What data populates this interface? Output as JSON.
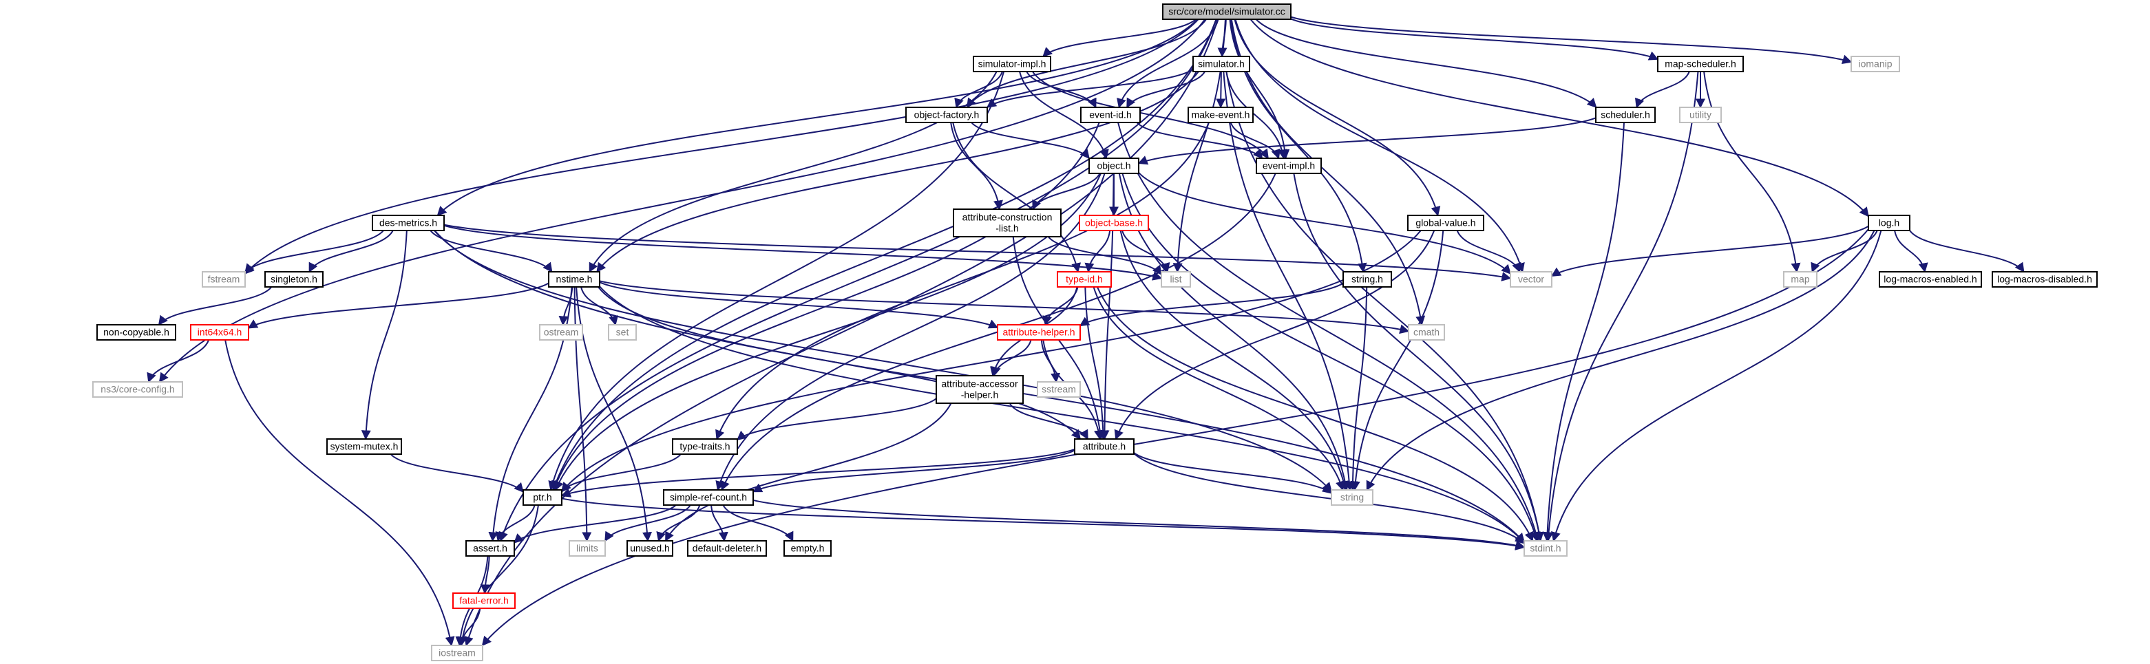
{
  "colors": {
    "edge": "#191970",
    "normal_border": "#000000",
    "normal_fill": "#ffffff",
    "normal_text": "#000000",
    "root_fill": "#bfbfbf",
    "root_border": "#000000",
    "red_border": "#ff0000",
    "red_text": "#ff0000",
    "gray_border": "#bfbfbf",
    "gray_text": "#808080"
  },
  "nodes": [
    {
      "id": "simulator_cc",
      "lines": [
        "src/core/model/simulator.cc"
      ],
      "style": "root"
    },
    {
      "id": "simulator_impl_h",
      "lines": [
        "simulator-impl.h"
      ],
      "style": "normal"
    },
    {
      "id": "simulator_h",
      "lines": [
        "simulator.h"
      ],
      "style": "normal"
    },
    {
      "id": "map_scheduler_h",
      "lines": [
        "map-scheduler.h"
      ],
      "style": "normal"
    },
    {
      "id": "iomanip",
      "lines": [
        "iomanip"
      ],
      "style": "gray"
    },
    {
      "id": "object_factory_h",
      "lines": [
        "object-factory.h"
      ],
      "style": "normal"
    },
    {
      "id": "event_id_h",
      "lines": [
        "event-id.h"
      ],
      "style": "normal"
    },
    {
      "id": "make_event_h",
      "lines": [
        "make-event.h"
      ],
      "style": "normal"
    },
    {
      "id": "scheduler_h",
      "lines": [
        "scheduler.h"
      ],
      "style": "normal"
    },
    {
      "id": "utility",
      "lines": [
        "utility"
      ],
      "style": "gray"
    },
    {
      "id": "object_h",
      "lines": [
        "object.h"
      ],
      "style": "normal"
    },
    {
      "id": "event_impl_h",
      "lines": [
        "event-impl.h"
      ],
      "style": "normal"
    },
    {
      "id": "des_metrics_h",
      "lines": [
        "des-metrics.h"
      ],
      "style": "normal"
    },
    {
      "id": "attr_constr_list_h",
      "lines": [
        "attribute-construction",
        "-list.h"
      ],
      "style": "normal"
    },
    {
      "id": "object_base_h",
      "lines": [
        "object-base.h"
      ],
      "style": "red"
    },
    {
      "id": "global_value_h",
      "lines": [
        "global-value.h"
      ],
      "style": "normal"
    },
    {
      "id": "log_h",
      "lines": [
        "log.h"
      ],
      "style": "normal"
    },
    {
      "id": "fstream",
      "lines": [
        "fstream"
      ],
      "style": "gray"
    },
    {
      "id": "singleton_h",
      "lines": [
        "singleton.h"
      ],
      "style": "normal"
    },
    {
      "id": "nstime_h",
      "lines": [
        "nstime.h"
      ],
      "style": "normal"
    },
    {
      "id": "list",
      "lines": [
        "list"
      ],
      "style": "gray"
    },
    {
      "id": "type_id_h",
      "lines": [
        "type-id.h"
      ],
      "style": "red"
    },
    {
      "id": "string_h",
      "lines": [
        "string.h"
      ],
      "style": "normal"
    },
    {
      "id": "vector",
      "lines": [
        "vector"
      ],
      "style": "gray"
    },
    {
      "id": "map",
      "lines": [
        "map"
      ],
      "style": "gray"
    },
    {
      "id": "log_macros_enabled_h",
      "lines": [
        "log-macros-enabled.h"
      ],
      "style": "normal"
    },
    {
      "id": "log_macros_disabled_h",
      "lines": [
        "log-macros-disabled.h"
      ],
      "style": "normal"
    },
    {
      "id": "non_copyable_h",
      "lines": [
        "non-copyable.h"
      ],
      "style": "normal"
    },
    {
      "id": "int64x64_h",
      "lines": [
        "int64x64.h"
      ],
      "style": "red"
    },
    {
      "id": "ostream",
      "lines": [
        "ostream"
      ],
      "style": "gray"
    },
    {
      "id": "set",
      "lines": [
        "set"
      ],
      "style": "gray"
    },
    {
      "id": "attribute_helper_h",
      "lines": [
        "attribute-helper.h"
      ],
      "style": "red"
    },
    {
      "id": "cmath",
      "lines": [
        "cmath"
      ],
      "style": "gray"
    },
    {
      "id": "ns3_core_config_h",
      "lines": [
        "ns3/core-config.h"
      ],
      "style": "gray"
    },
    {
      "id": "sstream",
      "lines": [
        "sstream"
      ],
      "style": "gray"
    },
    {
      "id": "attr_accessor_helper_h",
      "lines": [
        "attribute-accessor",
        "-helper.h"
      ],
      "style": "normal"
    },
    {
      "id": "system_mutex_h",
      "lines": [
        "system-mutex.h"
      ],
      "style": "normal"
    },
    {
      "id": "type_traits_h",
      "lines": [
        "type-traits.h"
      ],
      "style": "normal"
    },
    {
      "id": "attribute_h",
      "lines": [
        "attribute.h"
      ],
      "style": "normal"
    },
    {
      "id": "ptr_h",
      "lines": [
        "ptr.h"
      ],
      "style": "normal"
    },
    {
      "id": "string",
      "lines": [
        "string"
      ],
      "style": "gray"
    },
    {
      "id": "simple_ref_count_h",
      "lines": [
        "simple-ref-count.h"
      ],
      "style": "normal"
    },
    {
      "id": "assert_h",
      "lines": [
        "assert.h"
      ],
      "style": "normal"
    },
    {
      "id": "limits",
      "lines": [
        "limits"
      ],
      "style": "gray"
    },
    {
      "id": "unused_h",
      "lines": [
        "unused.h"
      ],
      "style": "normal"
    },
    {
      "id": "default_deleter_h",
      "lines": [
        "default-deleter.h"
      ],
      "style": "normal"
    },
    {
      "id": "empty_h",
      "lines": [
        "empty.h"
      ],
      "style": "normal"
    },
    {
      "id": "stdint_h",
      "lines": [
        "stdint.h"
      ],
      "style": "gray"
    },
    {
      "id": "fatal_error_h",
      "lines": [
        "fatal-error.h"
      ],
      "style": "red"
    },
    {
      "id": "iostream",
      "lines": [
        "iostream"
      ],
      "style": "gray"
    }
  ],
  "edges": [
    [
      "simulator_cc",
      "simulator_impl_h"
    ],
    [
      "simulator_cc",
      "simulator_h"
    ],
    [
      "simulator_cc",
      "map_scheduler_h"
    ],
    [
      "simulator_cc",
      "iomanip"
    ],
    [
      "simulator_cc",
      "object_factory_h"
    ],
    [
      "simulator_cc",
      "event_id_h"
    ],
    [
      "simulator_cc",
      "event_impl_h"
    ],
    [
      "simulator_cc",
      "scheduler_h"
    ],
    [
      "simulator_cc",
      "des_metrics_h"
    ],
    [
      "simulator_cc",
      "global_value_h"
    ],
    [
      "simulator_cc",
      "log_h"
    ],
    [
      "simulator_cc",
      "string_h"
    ],
    [
      "simulator_cc",
      "vector"
    ],
    [
      "simulator_cc",
      "cmath"
    ],
    [
      "simulator_cc",
      "list"
    ],
    [
      "simulator_cc",
      "fstream"
    ],
    [
      "simulator_cc",
      "ptr_h"
    ],
    [
      "simulator_cc",
      "assert_h"
    ],
    [
      "simulator_cc",
      "ns3_core_config_h"
    ],
    [
      "simulator_cc",
      "iostream"
    ],
    [
      "simulator_impl_h",
      "object_factory_h"
    ],
    [
      "simulator_impl_h",
      "event_id_h"
    ],
    [
      "simulator_impl_h",
      "object_h"
    ],
    [
      "simulator_impl_h",
      "event_impl_h"
    ],
    [
      "simulator_impl_h",
      "nstime_h"
    ],
    [
      "simulator_impl_h",
      "ptr_h"
    ],
    [
      "simulator_h",
      "object_factory_h"
    ],
    [
      "simulator_h",
      "event_id_h"
    ],
    [
      "simulator_h",
      "make_event_h"
    ],
    [
      "simulator_h",
      "event_impl_h"
    ],
    [
      "simulator_h",
      "nstime_h"
    ],
    [
      "simulator_h",
      "stdint_h"
    ],
    [
      "simulator_h",
      "string"
    ],
    [
      "map_scheduler_h",
      "scheduler_h"
    ],
    [
      "map_scheduler_h",
      "utility"
    ],
    [
      "map_scheduler_h",
      "map"
    ],
    [
      "map_scheduler_h",
      "stdint_h"
    ],
    [
      "object_factory_h",
      "object_h"
    ],
    [
      "object_factory_h",
      "attr_constr_list_h"
    ],
    [
      "object_factory_h",
      "type_id_h"
    ],
    [
      "event_id_h",
      "event_impl_h"
    ],
    [
      "event_id_h",
      "ptr_h"
    ],
    [
      "event_id_h",
      "stdint_h"
    ],
    [
      "make_event_h",
      "event_impl_h"
    ],
    [
      "make_event_h",
      "type_traits_h"
    ],
    [
      "scheduler_h",
      "object_h"
    ],
    [
      "scheduler_h",
      "stdint_h"
    ],
    [
      "object_h",
      "attr_constr_list_h"
    ],
    [
      "object_h",
      "object_base_h"
    ],
    [
      "object_h",
      "ptr_h"
    ],
    [
      "object_h",
      "simple_ref_count_h"
    ],
    [
      "object_h",
      "attribute_h"
    ],
    [
      "object_h",
      "vector"
    ],
    [
      "object_h",
      "string"
    ],
    [
      "object_h",
      "stdint_h"
    ],
    [
      "event_impl_h",
      "simple_ref_count_h"
    ],
    [
      "event_impl_h",
      "stdint_h"
    ],
    [
      "des_metrics_h",
      "fstream"
    ],
    [
      "des_metrics_h",
      "singleton_h"
    ],
    [
      "des_metrics_h",
      "nstime_h"
    ],
    [
      "des_metrics_h",
      "system_mutex_h"
    ],
    [
      "des_metrics_h",
      "vector"
    ],
    [
      "des_metrics_h",
      "list"
    ],
    [
      "des_metrics_h",
      "string"
    ],
    [
      "des_metrics_h",
      "stdint_h"
    ],
    [
      "attr_constr_list_h",
      "attribute_h"
    ],
    [
      "attr_constr_list_h",
      "list"
    ],
    [
      "object_base_h",
      "type_id_h"
    ],
    [
      "object_base_h",
      "string"
    ],
    [
      "object_base_h",
      "list"
    ],
    [
      "global_value_h",
      "vector"
    ],
    [
      "global_value_h",
      "ptr_h"
    ],
    [
      "global_value_h",
      "attribute_h"
    ],
    [
      "global_value_h",
      "string"
    ],
    [
      "log_h",
      "vector"
    ],
    [
      "log_h",
      "map"
    ],
    [
      "log_h",
      "log_macros_enabled_h"
    ],
    [
      "log_h",
      "log_macros_disabled_h"
    ],
    [
      "log_h",
      "string"
    ],
    [
      "log_h",
      "stdint_h"
    ],
    [
      "log_h",
      "iostream"
    ],
    [
      "singleton_h",
      "non_copyable_h"
    ],
    [
      "nstime_h",
      "int64x64_h"
    ],
    [
      "nstime_h",
      "ostream"
    ],
    [
      "nstime_h",
      "set"
    ],
    [
      "nstime_h",
      "attribute_helper_h"
    ],
    [
      "nstime_h",
      "cmath"
    ],
    [
      "nstime_h",
      "attribute_h"
    ],
    [
      "nstime_h",
      "assert_h"
    ],
    [
      "nstime_h",
      "limits"
    ],
    [
      "nstime_h",
      "unused_h"
    ],
    [
      "nstime_h",
      "stdint_h"
    ],
    [
      "type_id_h",
      "attribute_helper_h"
    ],
    [
      "type_id_h",
      "attr_accessor_helper_h"
    ],
    [
      "type_id_h",
      "attribute_h"
    ],
    [
      "type_id_h",
      "string"
    ],
    [
      "type_id_h",
      "stdint_h"
    ],
    [
      "string_h",
      "attribute_helper_h"
    ],
    [
      "string_h",
      "string"
    ],
    [
      "int64x64_h",
      "ns3_core_config_h"
    ],
    [
      "int64x64_h",
      "iostream"
    ],
    [
      "attribute_helper_h",
      "attr_accessor_helper_h"
    ],
    [
      "attribute_helper_h",
      "sstream"
    ],
    [
      "attribute_helper_h",
      "attribute_h"
    ],
    [
      "attr_accessor_helper_h",
      "type_traits_h"
    ],
    [
      "attr_accessor_helper_h",
      "attribute_h"
    ],
    [
      "attr_accessor_helper_h",
      "unused_h"
    ],
    [
      "system_mutex_h",
      "ptr_h"
    ],
    [
      "type_traits_h",
      "ptr_h"
    ],
    [
      "attribute_h",
      "ptr_h"
    ],
    [
      "attribute_h",
      "simple_ref_count_h"
    ],
    [
      "attribute_h",
      "string"
    ],
    [
      "attribute_h",
      "stdint_h"
    ],
    [
      "ptr_h",
      "assert_h"
    ],
    [
      "ptr_h",
      "iostream"
    ],
    [
      "ptr_h",
      "stdint_h"
    ],
    [
      "simple_ref_count_h",
      "assert_h"
    ],
    [
      "simple_ref_count_h",
      "unused_h"
    ],
    [
      "simple_ref_count_h",
      "default_deleter_h"
    ],
    [
      "simple_ref_count_h",
      "empty_h"
    ],
    [
      "simple_ref_count_h",
      "limits"
    ],
    [
      "simple_ref_count_h",
      "stdint_h"
    ],
    [
      "assert_h",
      "fatal_error_h"
    ],
    [
      "assert_h",
      "iostream"
    ],
    [
      "fatal_error_h",
      "iostream"
    ]
  ]
}
